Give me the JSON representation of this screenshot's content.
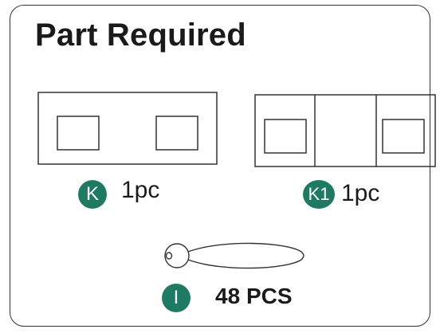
{
  "title": "Part Required",
  "accent_color": "#1f7a63",
  "parts": [
    {
      "letter": "K",
      "qty": "1pc",
      "icon": "panel-two-window-icon"
    },
    {
      "letter": "K1",
      "qty": "1pc",
      "icon": "panel-three-section-icon"
    },
    {
      "letter": "I",
      "qty_number": "48",
      "qty_unit": "PCS",
      "icon": "screw-icon"
    }
  ]
}
